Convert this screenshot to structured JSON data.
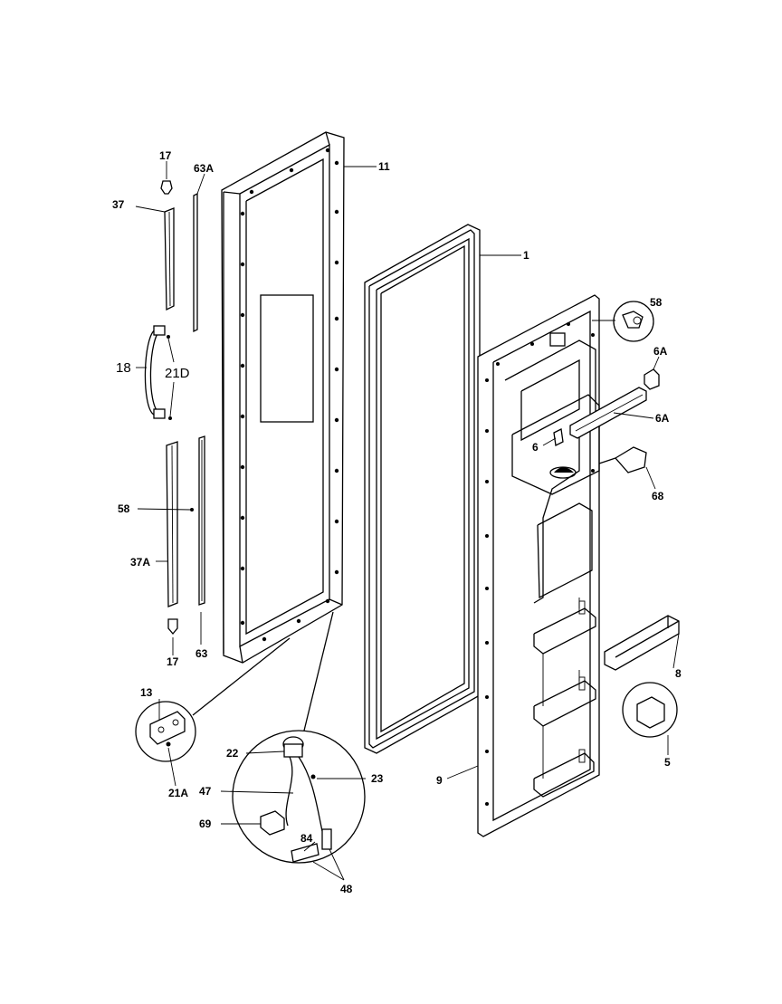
{
  "labels": {
    "p17_top": "17",
    "p63A": "63A",
    "p11": "11",
    "p37": "37",
    "p1": "1",
    "p58_right": "58",
    "p6A_small": "6A",
    "p18": "18",
    "p21D": "21D",
    "p6A_bar": "6A",
    "p6": "6",
    "p58_left": "58",
    "p68": "68",
    "p37A": "37A",
    "p17_bottom": "17",
    "p63": "63",
    "p8": "8",
    "p13": "13",
    "p5": "5",
    "p21A": "21A",
    "p22": "22",
    "p23": "23",
    "p9": "9",
    "p47": "47",
    "p69": "69",
    "p84": "84",
    "p48": "48"
  }
}
